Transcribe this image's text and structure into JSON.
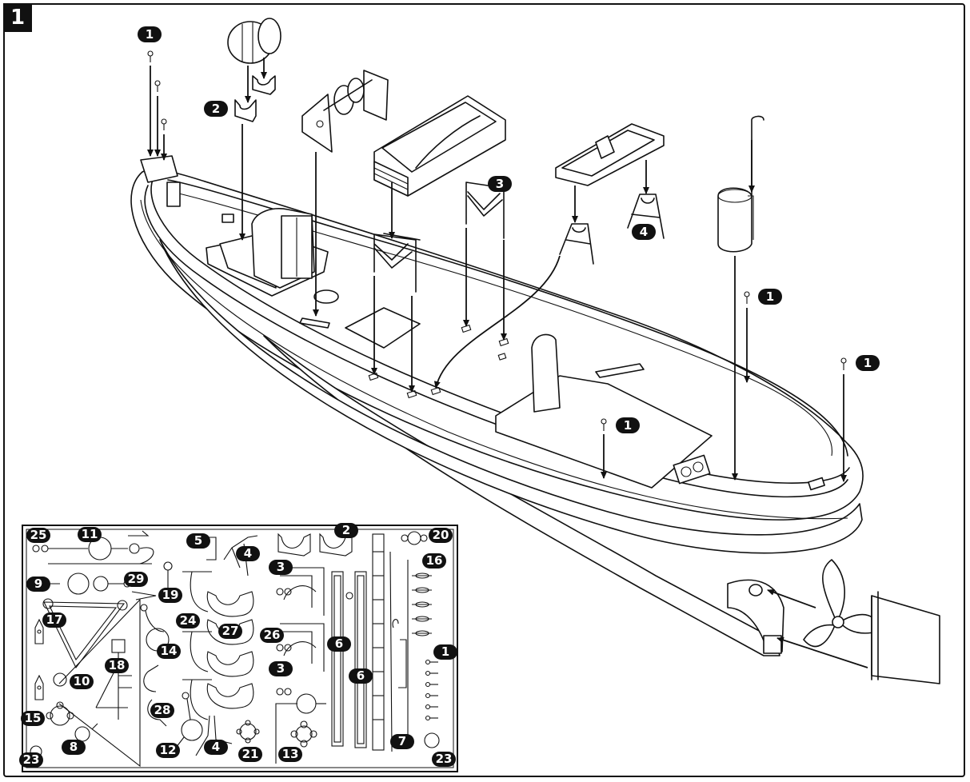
{
  "step_number": "1",
  "main_callouts": [
    "1",
    "2",
    "3",
    "4",
    "1",
    "1",
    "1"
  ],
  "sheet_callouts": [
    "25",
    "11",
    "5",
    "4",
    "2",
    "20",
    "16",
    "9",
    "29",
    "19",
    "3",
    "17",
    "24",
    "27",
    "1",
    "26",
    "14",
    "18",
    "6",
    "6",
    "10",
    "3",
    "28",
    "15",
    "8",
    "12",
    "4",
    "21",
    "13",
    "7",
    "23",
    "23"
  ],
  "icons": {
    "hull": "boat-hull-icon",
    "propeller": "propeller-icon",
    "rudder": "rudder-icon",
    "sprue": "parts-sprue-icon"
  },
  "colors": {
    "ink": "#111111",
    "paper": "#ffffff"
  }
}
